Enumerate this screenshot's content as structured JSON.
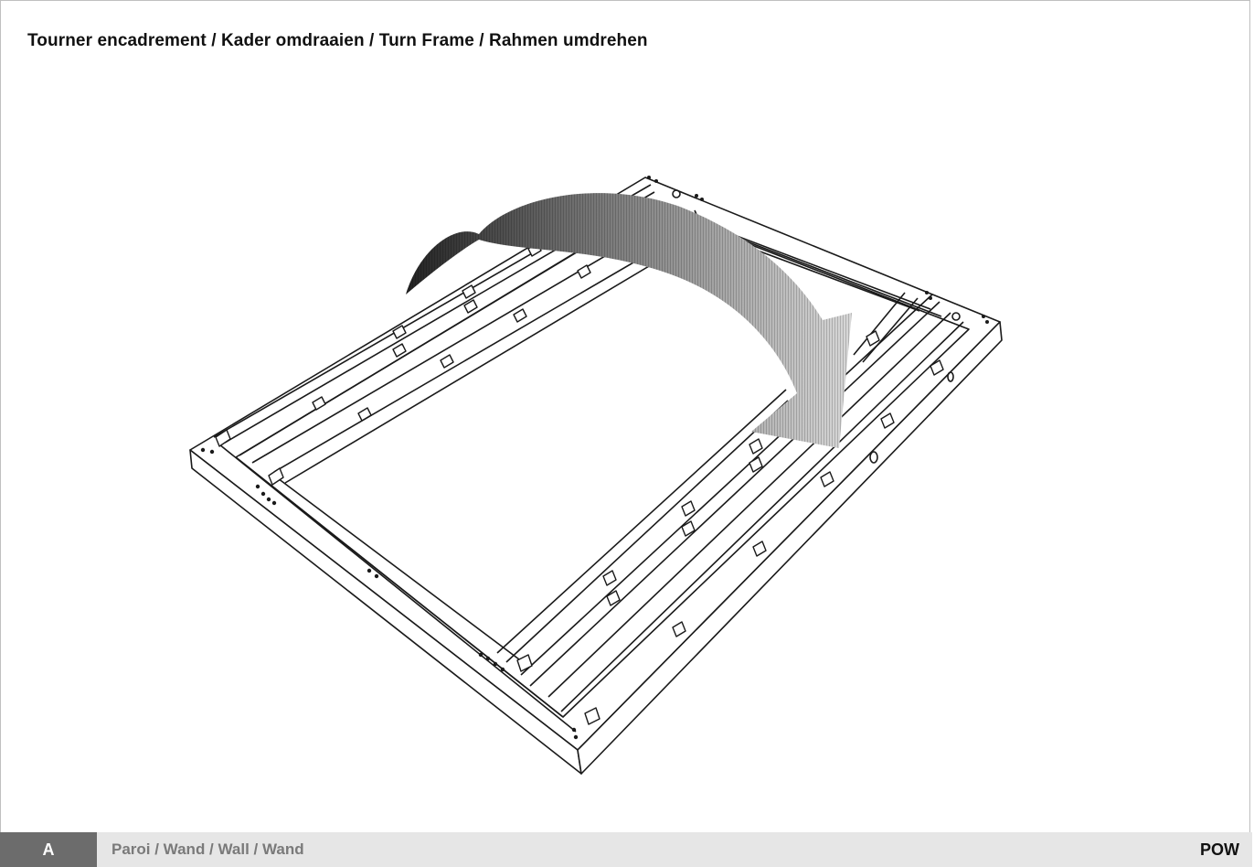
{
  "header": {
    "title": "Tourner encadrement / Kader omdraaien / Turn Frame / Rahmen umdrehen"
  },
  "figure": {
    "icons": [
      "frame-illustration",
      "turn-arrow-icon"
    ]
  },
  "footer": {
    "section_letter": "A",
    "section_title": "Paroi / Wand / Wall / Wand",
    "product_code": "POW"
  },
  "colors": {
    "footer_tab": "#6c6c6c",
    "footer_bar": "#e6e6e6",
    "footer_text": "#7a7a7a"
  }
}
